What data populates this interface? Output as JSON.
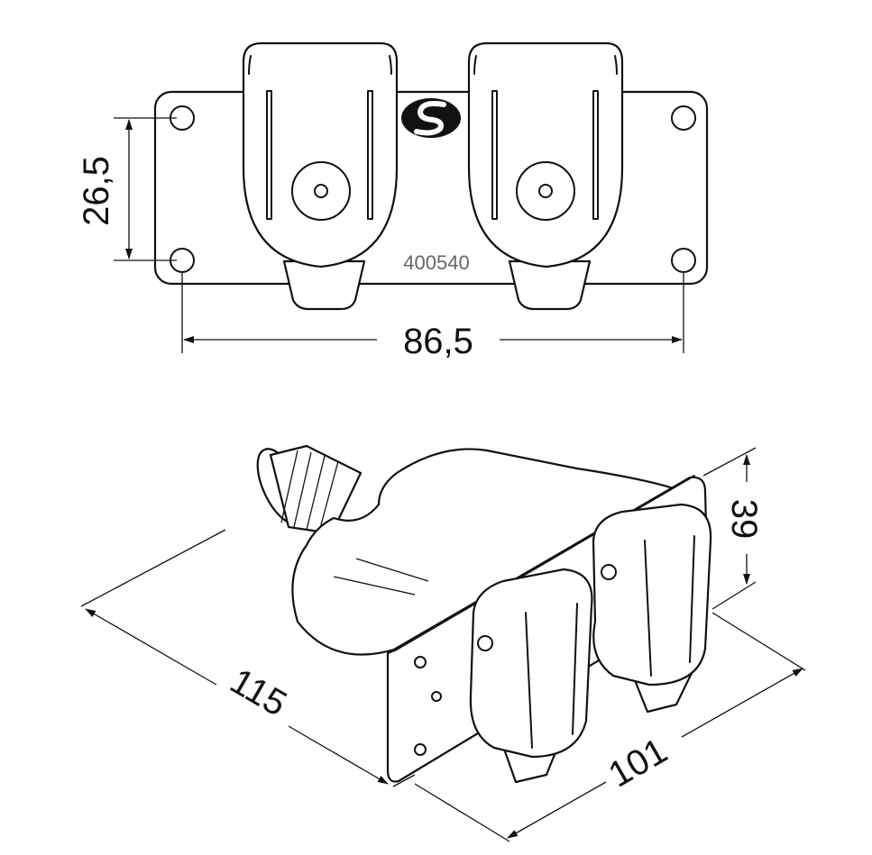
{
  "top_view": {
    "dim_height": "26,5",
    "dim_width": "86,5",
    "part_number": "400540",
    "logo": "logo-s-icon"
  },
  "iso_view": {
    "dim_length": "115",
    "dim_depth": "101",
    "dim_height": "39"
  },
  "colors": {
    "line": "#111111",
    "part_number": "#666666",
    "background": "#ffffff"
  }
}
